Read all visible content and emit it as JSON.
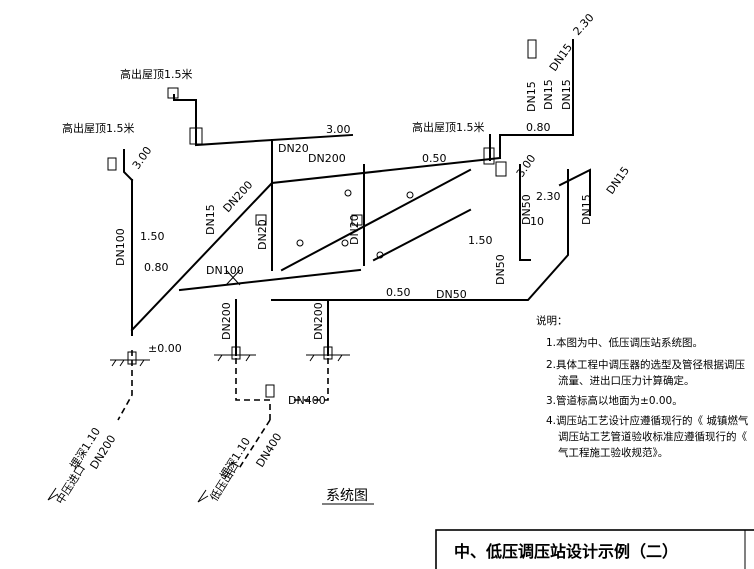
{
  "labels": {
    "roof_a": "高出屋顶1.5米",
    "roof_b": "高出屋顶1.5米",
    "roof_c": "高出屋顶1.5米",
    "dn15_tr1": "DN15",
    "dn15_tr2": "DN15",
    "dn15_tr3": "DN15",
    "dn15_tr4": "DN15",
    "dn15_r1": "DN15",
    "dn15_r2": "DN15",
    "dn15_mid": "DN15",
    "el_230_top": "2.30",
    "el_080_top": "0.80",
    "el_300_mid": "3.00",
    "el_050_mid": "0.50",
    "el_300_right": "3.00",
    "el_300_left": "3.00",
    "el_230_right": "2.30",
    "el_10": "10",
    "el_150_left": "1.50",
    "el_150_right": "1.50",
    "el_080_left": "0.80",
    "el_050_low": "0.50",
    "el_000": "±0.00",
    "dn20_top": "DN20",
    "dn200_top": "DN200",
    "dn200_diag": "DN200",
    "dn20_v1": "DN20",
    "dn20_v2": "DN20",
    "dn50_v1": "DN50",
    "dn50_v2": "DN50",
    "dn50_h": "DN50",
    "dn100_v": "DN100",
    "dn100_h": "DN100",
    "dn200_v1": "DN200",
    "dn200_v2": "DN200",
    "dn400_h": "DN400",
    "dn400_out": "DN400",
    "dn200_in": "DN200",
    "bury_left": "埋深1.10",
    "bury_right": "埋深1.10",
    "inlet": "中压进口",
    "outlet": "低压出口"
  },
  "diagram_title": "系统图",
  "notes": {
    "heading": "说明：",
    "n1": "1.本图为中、低压调压站系统图。",
    "n2a": "2.具体工程中调压器的选型及管径根据调压",
    "n2b": "流量、进出口压力计算确定。",
    "n3": "3.管道标高以地面为±0.00。",
    "n4a": "4.调压站工艺设计应遵循现行的《 城镇燃气",
    "n4b": "调压站工艺管道验收标准应遵循现行的《",
    "n4c": "气工程施工验收规范》。"
  },
  "title_block": {
    "title": "中、低压调压站设计示例（二）"
  }
}
